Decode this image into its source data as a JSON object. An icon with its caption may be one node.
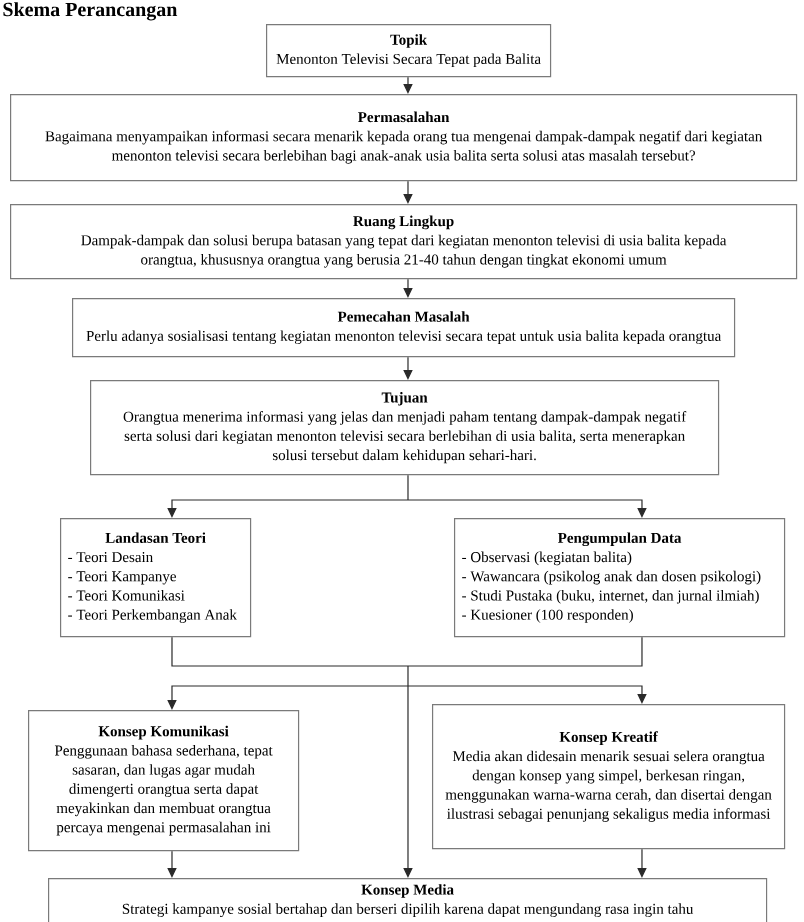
{
  "diagram": {
    "title": "Skema Perancangan",
    "nodes": [
      {
        "text": [
          "Topik",
          "Menonton Televisi Secara Tepat pada Balita"
        ]
      },
      {
        "text": [
          "Permasalahan",
          "Bagaimana menyampaikan informasi secara menarik kepada orang tua mengenai dampak-dampak negatif dari kegiatan menonton televisi secara berlebihan bagi anak-anak usia balita serta solusi atas masalah tersebut?"
        ]
      },
      {
        "text": [
          "Ruang Lingkup",
          "Dampak-dampak dan solusi berupa batasan yang tepat dari kegiatan menonton televisi di usia balita kepada orangtua, khususnya orangtua yang berusia 21-40 tahun dengan tingkat ekonomi umum"
        ]
      },
      {
        "text": [
          "Pemecahan Masalah",
          "Perlu adanya sosialisasi tentang kegiatan menonton televisi secara tepat untuk usia balita kepada orangtua"
        ]
      },
      {
        "text": [
          "Tujuan",
          "Orangtua menerima informasi yang jelas dan menjadi paham tentang dampak-dampak negatif serta solusi dari kegiatan menonton televisi secara berlebihan di usia balita, serta menerapkan solusi tersebut dalam kehidupan sehari-hari."
        ]
      },
      {
        "text": [
          "Landasan Teori",
          "- Teori Desain",
          "- Teori Kampanye",
          "- Teori Komunikasi",
          "- Teori Perkembangan Anak"
        ]
      },
      {
        "text": [
          "Pengumpulan Data",
          "- Observasi (kegiatan balita)",
          "- Wawancara (psikolog anak dan dosen psikologi)",
          "- Studi Pustaka (buku, internet, dan jurnal ilmiah)",
          "- Kuesioner (100 responden)"
        ]
      },
      {
        "text": [
          "Konsep Komunikasi",
          "Penggunaan bahasa sederhana, tepat sasaran, dan lugas agar mudah dimengerti orangtua serta dapat meyakinkan dan membuat orangtua percaya mengenai permasalahan ini"
        ]
      },
      {
        "text": [
          "Konsep Kreatif",
          "Media akan didesain menarik sesuai selera orangtua dengan konsep yang simpel, berkesan ringan, menggunakan warna-warna cerah, dan disertai dengan ilustrasi sebagai penunjang sekaligus media informasi"
        ]
      },
      {
        "text": [
          "Konsep Media",
          "Strategi kampanye sosial bertahap dan berseri dipilih karena dapat mengundang rasa ingin tahu"
        ]
      }
    ],
    "edges": [
      {
        "from": 0,
        "to": 1,
        "arrow": "to"
      },
      {
        "from": 1,
        "to": 2,
        "arrow": "to"
      },
      {
        "from": 2,
        "to": 3,
        "arrow": "to"
      },
      {
        "from": 3,
        "to": 4,
        "arrow": "to"
      },
      {
        "from": 4,
        "to": 5,
        "arrow": "to"
      },
      {
        "from": 4,
        "to": 6,
        "arrow": "to"
      },
      {
        "from": 5,
        "to": 7,
        "arrow": "to"
      },
      {
        "from": 5,
        "to": 8,
        "arrow": "to"
      },
      {
        "from": 5,
        "to": 9,
        "arrow": "to"
      },
      {
        "from": 6,
        "to": 7,
        "arrow": "to"
      },
      {
        "from": 6,
        "to": 8,
        "arrow": "to"
      },
      {
        "from": 6,
        "to": 9,
        "arrow": "to"
      },
      {
        "from": 7,
        "to": 9,
        "arrow": "to"
      },
      {
        "from": 8,
        "to": 9,
        "arrow": "to"
      }
    ]
  }
}
